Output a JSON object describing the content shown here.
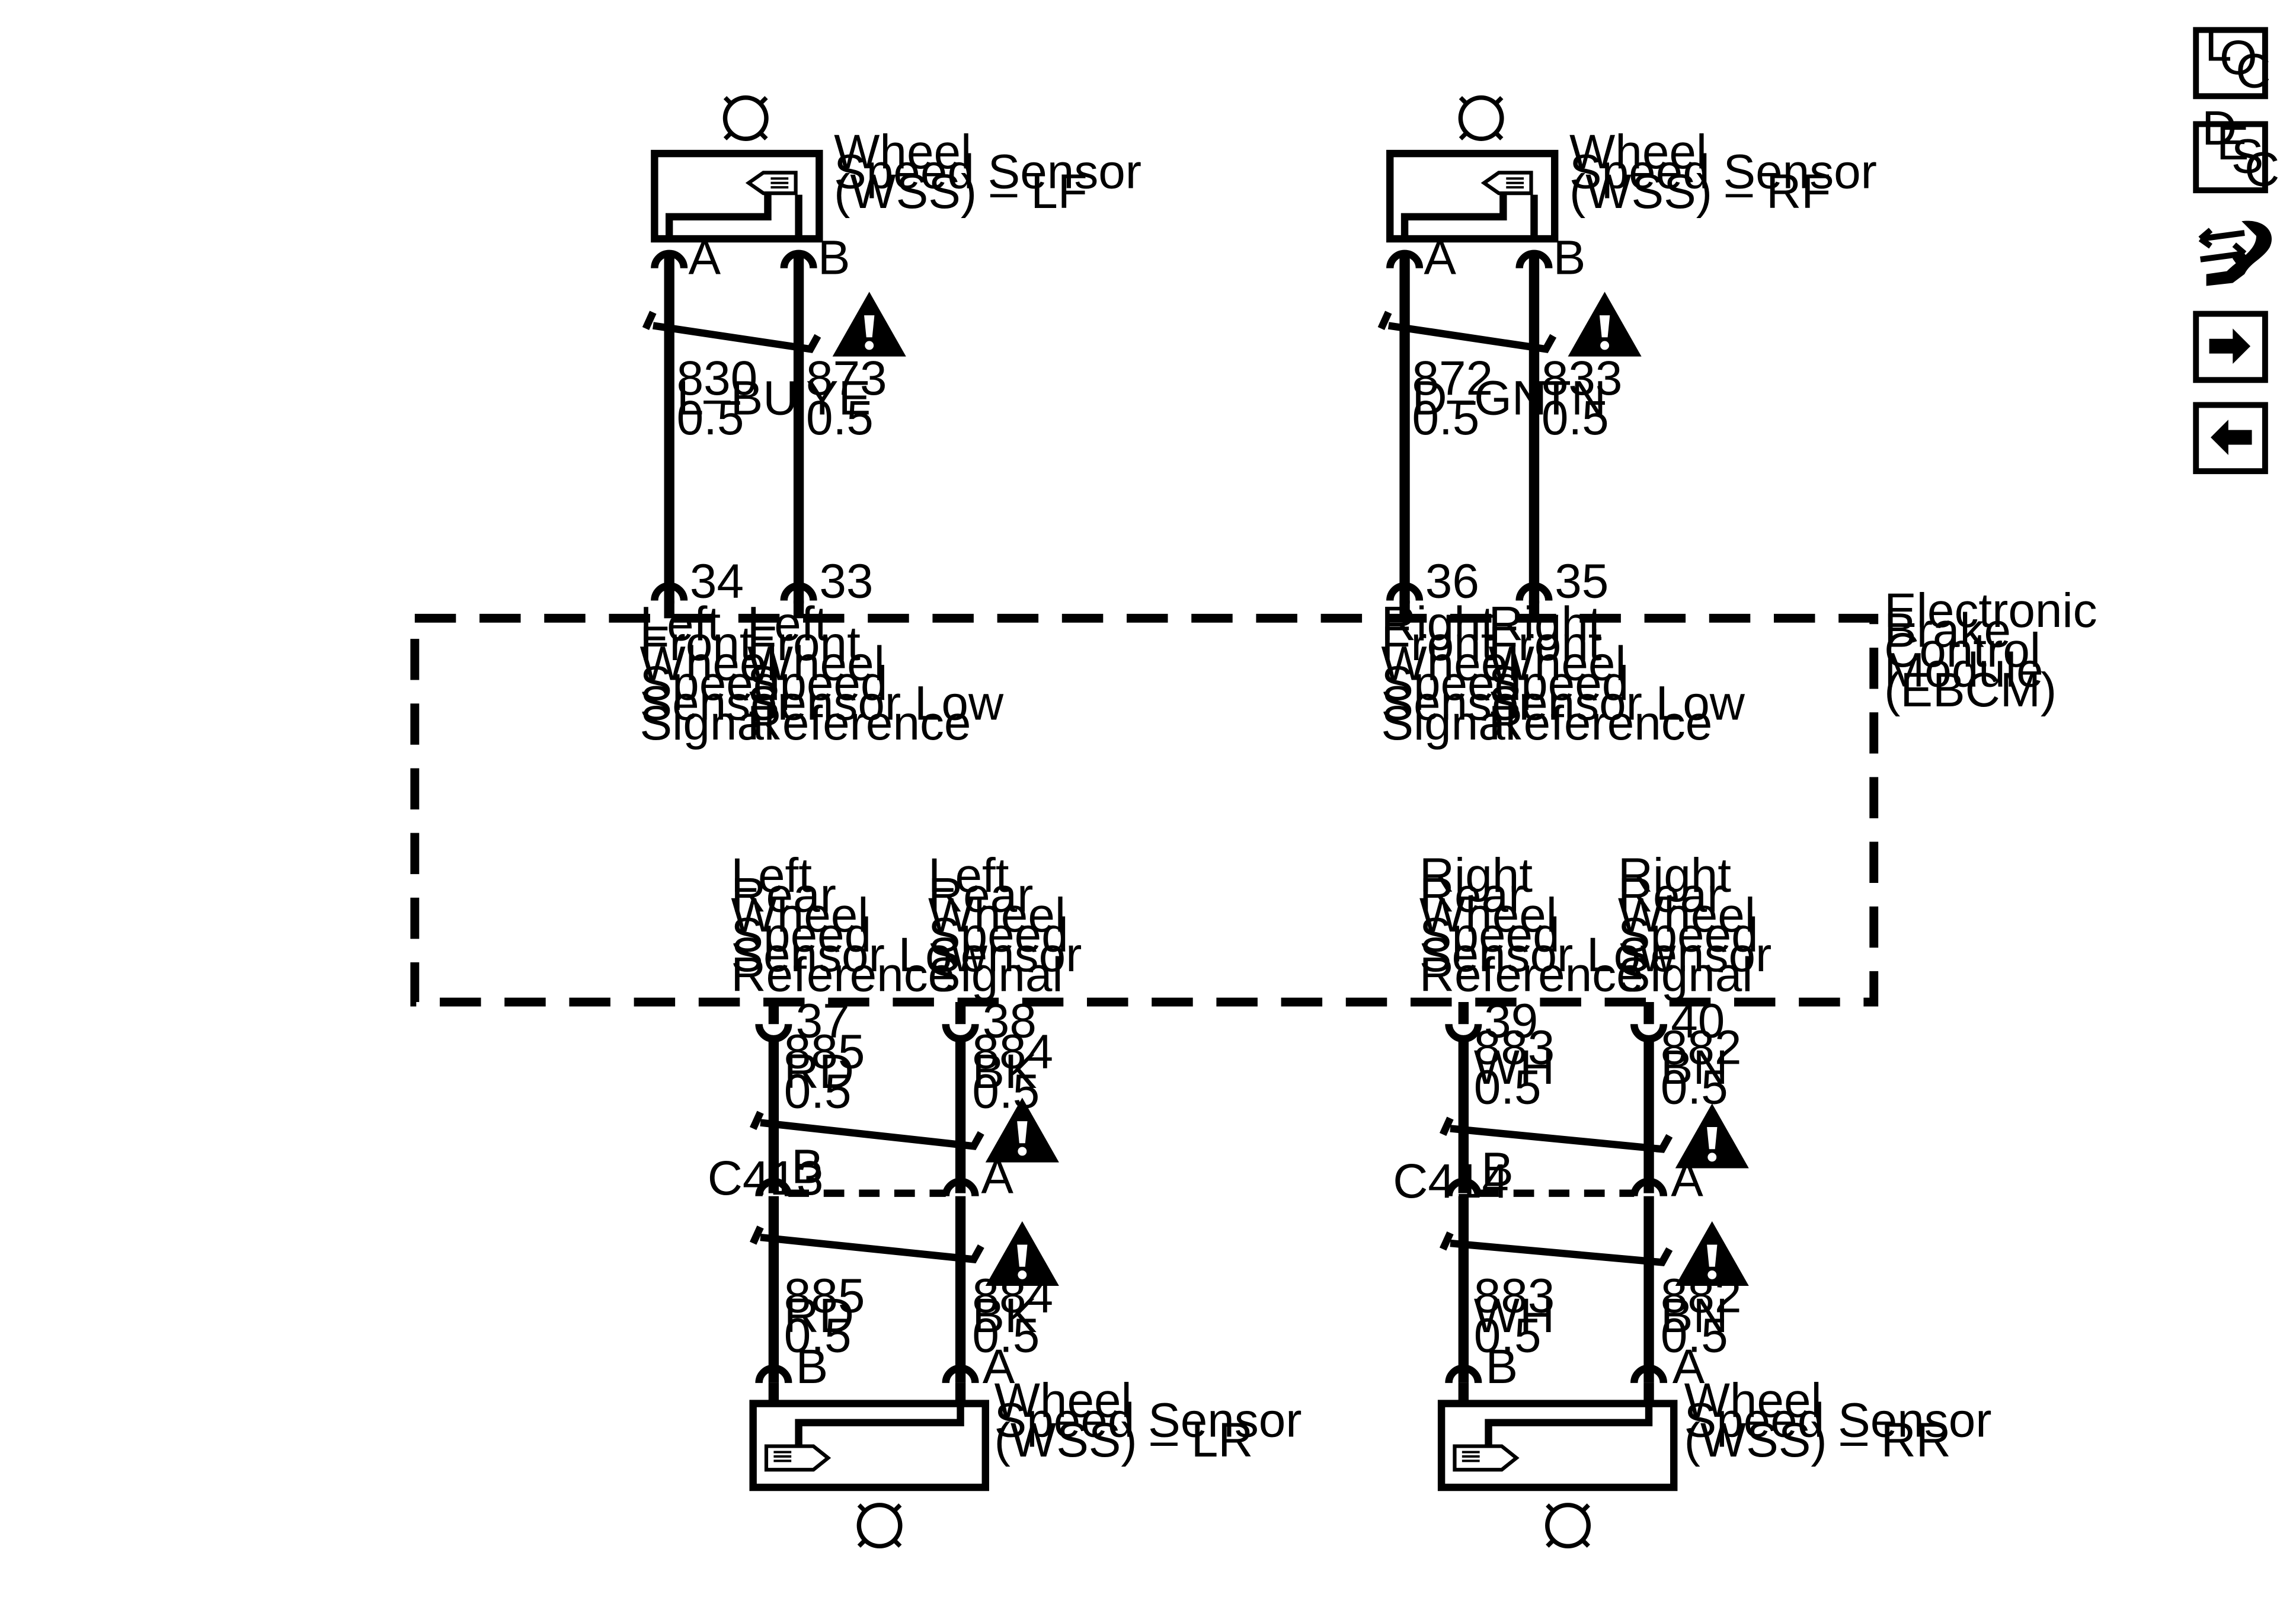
{
  "wheel_sensors": {
    "lf": [
      "Wheel",
      "Speed Sensor",
      "(WSS) – LF"
    ],
    "rf": [
      "Wheel",
      "Speed Sensor",
      "(WSS) – RF"
    ],
    "lr": [
      "Wheel",
      "Speed Sensor",
      "(WSS) – LR"
    ],
    "rr": [
      "Wheel",
      "Speed Sensor",
      "(WSS) – RR"
    ]
  },
  "pins": {
    "a": "A",
    "b": "B",
    "p33": "33",
    "p34": "34",
    "p35": "35",
    "p36": "36",
    "p37": "37",
    "p38": "38",
    "p39": "39",
    "p40": "40"
  },
  "wires": {
    "w830": [
      "830",
      "L–BU",
      "0.5"
    ],
    "w873": [
      "873",
      "YE",
      "0.5"
    ],
    "w872": [
      "872",
      "D–GN",
      "0.5"
    ],
    "w833": [
      "833",
      "TN",
      "0.5"
    ],
    "w885": [
      "885",
      "RD",
      "0.5"
    ],
    "w884": [
      "884",
      "BK",
      "0.5"
    ],
    "w883": [
      "883",
      "WH",
      "0.5"
    ],
    "w882": [
      "882",
      "BN",
      "0.5"
    ]
  },
  "ebcm": {
    "name": [
      "Electronic",
      "Brake",
      "Control",
      "Module",
      "(EBCM)"
    ],
    "lf_signal": [
      "Left",
      "Front",
      "Wheel",
      "Speed",
      "Sensor",
      "Signal"
    ],
    "lf_low_ref": [
      "Left",
      "Front",
      "Wheel",
      "Speed",
      "Sensor Low",
      "Reference"
    ],
    "rf_signal": [
      "Right",
      "Front",
      "Wheel",
      "Speed",
      "Sensor",
      "Signal"
    ],
    "rf_low_ref": [
      "Right",
      "Front",
      "Wheel",
      "Speed",
      "Sensor Low",
      "Reference"
    ],
    "lr_low_ref": [
      "Left",
      "Rear",
      "Wheel",
      "Speed",
      "Sensor Low",
      "Reference"
    ],
    "lr_signal": [
      "Left",
      "Rear",
      "Wheel",
      "Speed",
      "Sensor",
      "Signal"
    ],
    "rr_low_ref": [
      "Right",
      "Rear",
      "Wheel",
      "Speed",
      "Sensor Low",
      "Reference"
    ],
    "rr_signal": [
      "Right",
      "Rear",
      "Wheel",
      "Speed",
      "Sensor",
      "Signal"
    ]
  },
  "connectors": {
    "c413": "C413",
    "c414": "C414"
  },
  "nav": {
    "loc": [
      "L",
      "O",
      "C"
    ],
    "desc": [
      "D",
      "E",
      "S",
      "C"
    ]
  },
  "icons": {
    "warning": "warning-triangle-icon",
    "wheel": "wheel-icon",
    "sensor": "wheel-speed-sensor-icon",
    "loc": "location-icon",
    "desc": "description-icon",
    "repair": "repair-procedure-icon",
    "next": "arrow-right-icon",
    "previous": "arrow-left-icon"
  }
}
